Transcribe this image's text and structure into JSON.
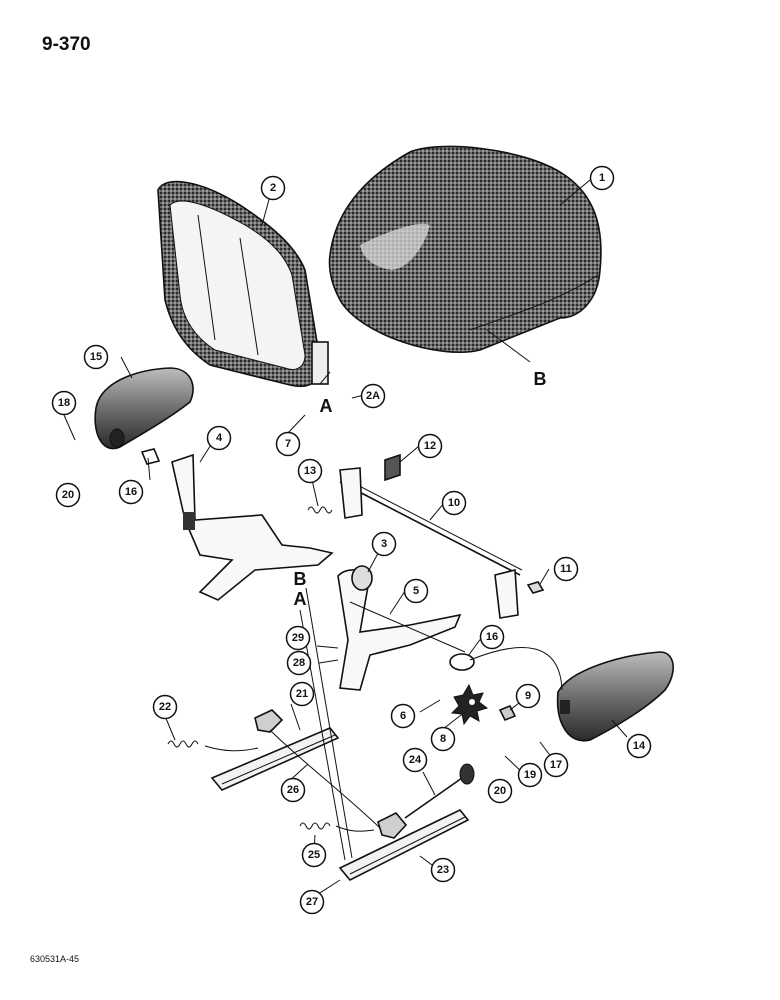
{
  "page_number": "9-370",
  "figure_code": "630531A-45",
  "reference_letters": [
    "A",
    "B",
    "A",
    "B"
  ],
  "callouts": [
    "1",
    "2",
    "2A",
    "3",
    "4",
    "5",
    "6",
    "7",
    "8",
    "9",
    "10",
    "11",
    "12",
    "13",
    "14",
    "15",
    "16",
    "16",
    "17",
    "18",
    "19",
    "20",
    "20",
    "21",
    "22",
    "23",
    "24",
    "25",
    "26",
    "27",
    "28",
    "29"
  ]
}
